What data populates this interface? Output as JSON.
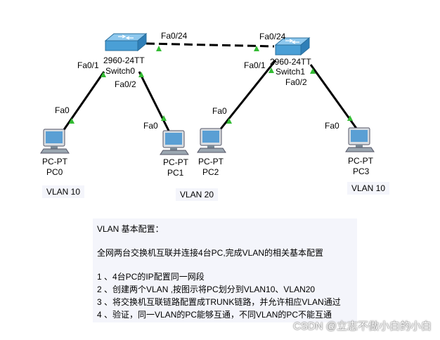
{
  "devices": {
    "switch0": {
      "model": "2960-24TT",
      "name": "Switch0"
    },
    "switch1": {
      "model": "2960-24TT",
      "name": "Switch1"
    },
    "pc0": {
      "model": "PC-PT",
      "name": "PC0"
    },
    "pc1": {
      "model": "PC-PT",
      "name": "PC1"
    },
    "pc2": {
      "model": "PC-PT",
      "name": "PC2"
    },
    "pc3": {
      "model": "PC-PT",
      "name": "PC3"
    }
  },
  "ports": {
    "sw0_trunk": "Fa0/24",
    "sw1_trunk": "Fa0/24",
    "sw0_p1": "Fa0/1",
    "sw0_p2": "Fa0/2",
    "sw1_p1": "Fa0/1",
    "sw1_p2": "Fa0/2",
    "pc0": "Fa0",
    "pc1": "Fa0",
    "pc2": "Fa0",
    "pc3": "Fa0"
  },
  "vlans": {
    "left": "VLAN 10",
    "middle": "VLAN 20",
    "right": "VLAN 10"
  },
  "notes": {
    "title": "VLAN 基本配置：",
    "summary": "全网两台交换机互联并连接4台PC,完成VLAN的相关基本配置",
    "item1": "1 、4台PC的IP配置同一网段",
    "item2": "2 、创建两个VLAN ,按图示将PC划分到VLAN10、VLAN20",
    "item3": "3 、将交换机互联链路配置成TRUNK链路，并允许相应VLAN通过",
    "item4": "4 、验证，同一VLAN的PC能够互通，不同VLAN的PC不能互通"
  },
  "watermark": "CSDN @立志不做小白的小白",
  "colors": {
    "switch": "#4a9fd6",
    "link": "#000000",
    "link_up": "#33bb33",
    "pc_screen": "#5a9fd4",
    "pc_body": "#7a8a96",
    "note_bg": "#f4f5fb"
  }
}
